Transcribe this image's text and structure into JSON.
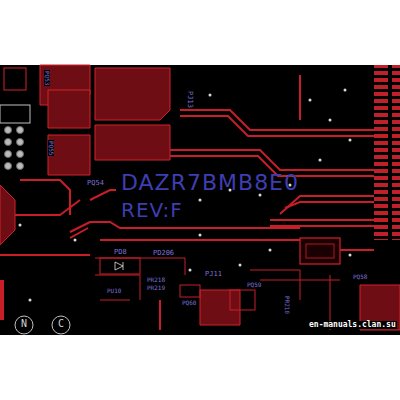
{
  "diagram": {
    "labels": [
      "DAZR7BMB8E0",
      "REV:F",
      "PJ13",
      "PQ54",
      "PQ53",
      "PQ55",
      "PD8",
      "PD206",
      "PU10",
      "PR218",
      "PR219",
      "PJ11",
      "PQ60",
      "PQ59",
      "PR210",
      "PQ58",
      "N",
      "C",
      "en-manuals.clan.su"
    ]
  }
}
